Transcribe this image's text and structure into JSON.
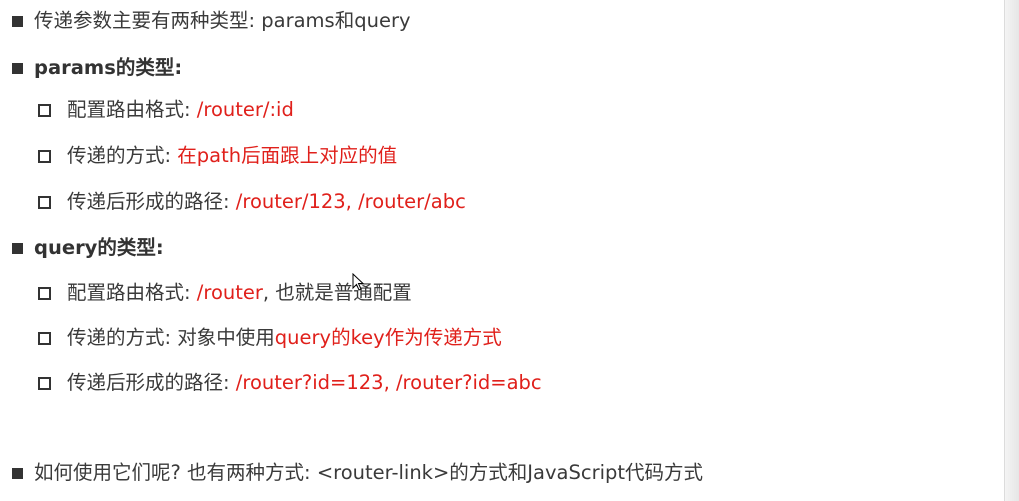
{
  "lines": {
    "intro": "传递参数主要有两种类型: params和query",
    "params_heading": "params的类型:",
    "params_format": {
      "label": "配置路由格式: ",
      "value": "/router/:id"
    },
    "params_method": {
      "label": "传递的方式: ",
      "value": "在path后面跟上对应的值"
    },
    "params_path": {
      "label": "传递后形成的路径: ",
      "value": "/router/123, /router/abc"
    },
    "query_heading": "query的类型:",
    "query_format": {
      "label": "配置路由格式: ",
      "value": "/router",
      "suffix": ", 也就是普通配置"
    },
    "query_method": {
      "label": "传递的方式: 对象中使用",
      "value": "query的key作为传递方式"
    },
    "query_path": {
      "label": "传递后形成的路径: ",
      "value": "/router?id=123, /router?id=abc"
    },
    "usage": "如何使用它们呢? 也有两种方式: <router-link>的方式和JavaScript代码方式"
  },
  "colors": {
    "accent_red": "#e0201b",
    "text": "#3a3a3a"
  }
}
